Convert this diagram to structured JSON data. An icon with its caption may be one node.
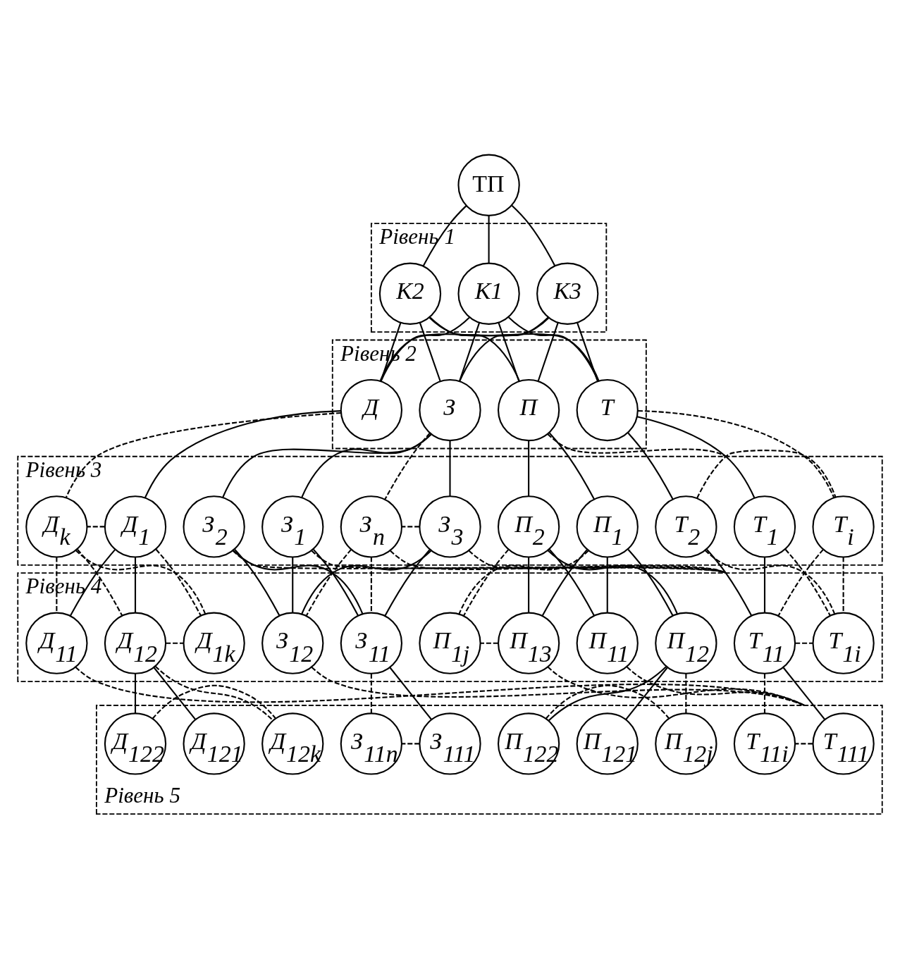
{
  "diagram": {
    "nodes": [
      {
        "text": [
          "ТП"
        ]
      },
      {
        "text": [
          "Рівень 1"
        ]
      },
      {
        "text": [
          "К1"
        ],
        "in": 1
      },
      {
        "text": [
          "К2"
        ],
        "in": 1
      },
      {
        "text": [
          "К3"
        ],
        "in": 1
      },
      {
        "text": [
          "Рівень 2"
        ]
      },
      {
        "text": [
          "Т"
        ],
        "in": 5
      },
      {
        "text": [
          "П"
        ],
        "in": 5
      },
      {
        "text": [
          "З"
        ],
        "in": 5
      },
      {
        "text": [
          "Д"
        ],
        "in": 5
      },
      {
        "text": [
          "Рівень 3"
        ]
      },
      {
        "text": [
          "Т$_{1}$"
        ],
        "in": 10
      },
      {
        "text": [
          "Т$_{2}$"
        ],
        "in": 10
      },
      {
        "text": [
          "Т$_{i}$"
        ],
        "in": 10
      },
      {
        "text": [
          "П$_{1}$"
        ],
        "in": 10
      },
      {
        "text": [
          "П$_{2}$"
        ],
        "in": 10
      },
      {
        "text": [
          "З$_{1}$"
        ],
        "in": 10
      },
      {
        "text": [
          "З$_{2}$"
        ],
        "in": 10
      },
      {
        "text": [
          "З$_{3}$"
        ],
        "in": 10
      },
      {
        "text": [
          "З$_{n}$"
        ],
        "in": 10
      },
      {
        "text": [
          "Д$_{1}$"
        ],
        "in": 10
      },
      {
        "text": [
          "Д$_{k}$"
        ],
        "in": 10
      },
      {
        "text": [
          "Рівень 4"
        ]
      },
      {
        "text": [
          "Т$_{11}$"
        ],
        "in": 22
      },
      {
        "text": [
          "Т$_{1i}$"
        ],
        "in": 22
      },
      {
        "text": [
          "П$_{11}$"
        ],
        "in": 22
      },
      {
        "text": [
          "П$_{12}$"
        ],
        "in": 22
      },
      {
        "text": [
          "П$_{13}$"
        ],
        "in": 22
      },
      {
        "text": [
          "П$_{1j}$"
        ],
        "in": 22
      },
      {
        "text": [
          "З$_{11}$"
        ],
        "in": 22
      },
      {
        "text": [
          "З$_{12}$"
        ],
        "in": 22
      },
      {
        "text": [
          "Д$_{11}$"
        ],
        "in": 22
      },
      {
        "text": [
          "Д$_{12}$"
        ],
        "in": 22
      },
      {
        "text": [
          "Д$_{1k}$"
        ],
        "in": 22
      },
      {
        "text": [
          "Рівень 5"
        ]
      },
      {
        "text": [
          "Т$_{111}$"
        ],
        "in": 34
      },
      {
        "text": [
          "Т$_{11i}$"
        ],
        "in": 34
      },
      {
        "text": [
          "П$_{121}$"
        ],
        "in": 34
      },
      {
        "text": [
          "П$_{122}$"
        ],
        "in": 34
      },
      {
        "text": [
          "П$_{12j}$"
        ],
        "in": 34
      },
      {
        "text": [
          "З$_{111}$"
        ],
        "in": 34
      },
      {
        "text": [
          "З$_{11n}$"
        ],
        "in": 34
      },
      {
        "text": [
          "Д$_{121}$"
        ],
        "in": 34
      },
      {
        "text": [
          "Д$_{122}$"
        ],
        "in": 34
      },
      {
        "text": [
          "Д$_{12k}$"
        ],
        "in": 34
      }
    ],
    "edges": [
      {
        "from": 0,
        "to": 2,
        "arrow": "none"
      },
      {
        "from": 0,
        "to": 3,
        "arrow": "none"
      },
      {
        "from": 0,
        "to": 4,
        "arrow": "none"
      },
      {
        "from": 2,
        "to": 6,
        "arrow": "none"
      },
      {
        "from": 2,
        "to": 7,
        "arrow": "none"
      },
      {
        "from": 2,
        "to": 8,
        "arrow": "none"
      },
      {
        "from": 2,
        "to": 9,
        "arrow": "none"
      },
      {
        "from": 3,
        "to": 6,
        "arrow": "none"
      },
      {
        "from": 3,
        "to": 7,
        "arrow": "none"
      },
      {
        "from": 3,
        "to": 8,
        "arrow": "none"
      },
      {
        "from": 3,
        "to": 9,
        "arrow": "none"
      },
      {
        "from": 4,
        "to": 6,
        "arrow": "none"
      },
      {
        "from": 4,
        "to": 7,
        "arrow": "none"
      },
      {
        "from": 4,
        "to": 8,
        "arrow": "none"
      },
      {
        "from": 4,
        "to": 9,
        "arrow": "none"
      },
      {
        "from": 6,
        "to": 11,
        "arrow": "none"
      },
      {
        "from": 6,
        "to": 12,
        "arrow": "none"
      },
      {
        "from": 6,
        "to": 13,
        "arrow": "none",
        "style": "dashed"
      },
      {
        "from": 12,
        "to": 13,
        "arrow": "none",
        "style": "dashed"
      },
      {
        "from": 7,
        "to": 14,
        "arrow": "none"
      },
      {
        "from": 7,
        "to": 15,
        "arrow": "none"
      },
      {
        "from": 7,
        "to": 10,
        "arrow": "none",
        "style": "dashed"
      },
      {
        "from": 8,
        "to": 16,
        "arrow": "none"
      },
      {
        "from": 8,
        "to": 17,
        "arrow": "none"
      },
      {
        "from": 8,
        "to": 18,
        "arrow": "none"
      },
      {
        "from": 8,
        "to": 19,
        "arrow": "none",
        "style": "dashed"
      },
      {
        "from": 18,
        "to": 19,
        "arrow": "none",
        "style": "dashed"
      },
      {
        "from": 9,
        "to": 20,
        "arrow": "none"
      },
      {
        "from": 9,
        "to": 21,
        "arrow": "none",
        "style": "dashed"
      },
      {
        "from": 20,
        "to": 21,
        "arrow": "none",
        "style": "dashed"
      },
      {
        "from": 11,
        "to": 23,
        "arrow": "none"
      },
      {
        "from": 12,
        "to": 23,
        "arrow": "none"
      },
      {
        "from": 13,
        "to": 23,
        "arrow": "none",
        "style": "dashed"
      },
      {
        "from": 11,
        "to": 24,
        "arrow": "none",
        "style": "dashed"
      },
      {
        "from": 12,
        "to": 24,
        "arrow": "none",
        "style": "dashed"
      },
      {
        "from": 13,
        "to": 24,
        "arrow": "none",
        "style": "dashed"
      },
      {
        "from": 23,
        "to": 24,
        "arrow": "none",
        "style": "dashed"
      },
      {
        "from": 14,
        "to": 25,
        "arrow": "none"
      },
      {
        "from": 14,
        "to": 26,
        "arrow": "none"
      },
      {
        "from": 14,
        "to": 27,
        "arrow": "none"
      },
      {
        "from": 14,
        "to": 28,
        "arrow": "none",
        "style": "dashed"
      },
      {
        "from": 15,
        "to": 25,
        "arrow": "none"
      },
      {
        "from": 15,
        "to": 26,
        "arrow": "none"
      },
      {
        "from": 15,
        "to": 27,
        "arrow": "none"
      },
      {
        "from": 15,
        "to": 28,
        "arrow": "none",
        "style": "dashed"
      },
      {
        "from": 27,
        "to": 28,
        "arrow": "none",
        "style": "dashed"
      },
      {
        "from": 16,
        "to": 29,
        "arrow": "none"
      },
      {
        "from": 16,
        "to": 30,
        "arrow": "none"
      },
      {
        "from": 16,
        "to": 22,
        "arrow": "none",
        "style": "dashed"
      },
      {
        "from": 17,
        "to": 29,
        "arrow": "none"
      },
      {
        "from": 17,
        "to": 30,
        "arrow": "none"
      },
      {
        "from": 17,
        "to": 22,
        "arrow": "none",
        "style": "dashed"
      },
      {
        "from": 18,
        "to": 29,
        "arrow": "none"
      },
      {
        "from": 18,
        "to": 30,
        "arrow": "none"
      },
      {
        "from": 18,
        "to": 22,
        "arrow": "none",
        "style": "dashed"
      },
      {
        "from": 19,
        "to": 29,
        "arrow": "none",
        "style": "dashed"
      },
      {
        "from": 19,
        "to": 30,
        "arrow": "none",
        "style": "dashed"
      },
      {
        "from": 19,
        "to": 22,
        "arrow": "none",
        "style": "dashed"
      },
      {
        "from": 20,
        "to": 31,
        "arrow": "none"
      },
      {
        "from": 20,
        "to": 32,
        "arrow": "none"
      },
      {
        "from": 20,
        "to": 33,
        "arrow": "none",
        "style": "dashed"
      },
      {
        "from": 21,
        "to": 31,
        "arrow": "none",
        "style": "dashed"
      },
      {
        "from": 21,
        "to": 32,
        "arrow": "none",
        "style": "dashed"
      },
      {
        "from": 21,
        "to": 33,
        "arrow": "none",
        "style": "dashed"
      },
      {
        "from": 32,
        "to": 33,
        "arrow": "none",
        "style": "dashed"
      },
      {
        "from": 23,
        "to": 35,
        "arrow": "none"
      },
      {
        "from": 23,
        "to": 36,
        "arrow": "none",
        "style": "dashed"
      },
      {
        "from": 35,
        "to": 36,
        "arrow": "none",
        "style": "dashed"
      },
      {
        "from": 25,
        "to": 34,
        "arrow": "none",
        "style": "dashed"
      },
      {
        "from": 26,
        "to": 37,
        "arrow": "none"
      },
      {
        "from": 26,
        "to": 38,
        "arrow": "none"
      },
      {
        "from": 26,
        "to": 39,
        "arrow": "none",
        "style": "dashed"
      },
      {
        "from": 38,
        "to": 39,
        "arrow": "none",
        "style": "dashed"
      },
      {
        "from": 27,
        "to": 34,
        "arrow": "none",
        "style": "dashed"
      },
      {
        "from": 29,
        "to": 40,
        "arrow": "none"
      },
      {
        "from": 29,
        "to": 41,
        "arrow": "none",
        "style": "dashed"
      },
      {
        "from": 40,
        "to": 41,
        "arrow": "none",
        "style": "dashed"
      },
      {
        "from": 30,
        "to": 34,
        "arrow": "none",
        "style": "dashed"
      },
      {
        "from": 31,
        "to": 34,
        "arrow": "none",
        "style": "dashed"
      },
      {
        "from": 32,
        "to": 42,
        "arrow": "none"
      },
      {
        "from": 32,
        "to": 43,
        "arrow": "none"
      },
      {
        "from": 32,
        "to": 44,
        "arrow": "none",
        "style": "dashed"
      },
      {
        "from": 43,
        "to": 44,
        "arrow": "none",
        "style": "dashed"
      }
    ]
  }
}
